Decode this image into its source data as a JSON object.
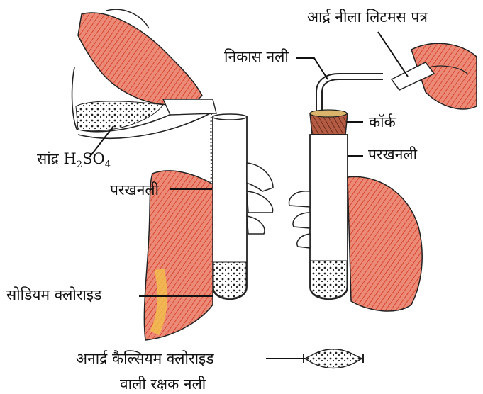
{
  "labels": {
    "wet_blue_litmus": "आर्द्र नीला लिटमस पत्र",
    "delivery_tube": "निकास नली",
    "cork": "कॉर्क",
    "test_tube_right": "परखनली",
    "conc_acid_prefix": "सांद्र ",
    "acid_formula": {
      "h": "H",
      "h_sub": "2",
      "so": "SO",
      "o_sub": "4"
    },
    "test_tube_left": "परखनली",
    "sodium_chloride": "सोडियम क्लोराइड",
    "guard_tube_line1": "अनार्द्र कैल्सियम क्लोराइड",
    "guard_tube_line2": "वाली रक्षक नली"
  },
  "colors": {
    "ink": "#111111",
    "skin_fill": "#e86a5a",
    "skin_highlight": "#f2c14a",
    "cork": "#9a4a3a",
    "paper": "#ffffff"
  }
}
